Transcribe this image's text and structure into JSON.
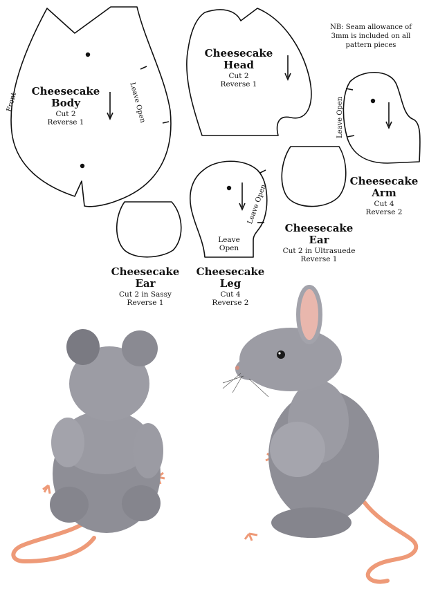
{
  "note": "NB:  Seam allowance of 3mm is included on all pattern pieces",
  "pieces": {
    "body": {
      "title1": "Cheesecake",
      "title2": "Body",
      "cut": "Cut 2",
      "reverse": "Reverse 1",
      "front": "Front",
      "open": "Leave Open"
    },
    "head": {
      "title1": "Cheesecake",
      "title2": "Head",
      "cut": "Cut 2",
      "reverse": "Reverse 1"
    },
    "arm": {
      "title1": "Cheesecake",
      "title2": "Arm",
      "cut": "Cut 4",
      "reverse": "Reverse 2",
      "open": "Leave Open"
    },
    "ear_sassy": {
      "title1": "Cheesecake",
      "title2": "Ear",
      "cut": "Cut 2 in Sassy",
      "reverse": "Reverse 1"
    },
    "leg": {
      "title1": "Cheesecake",
      "title2": "Leg",
      "cut": "Cut 4",
      "reverse": "Reverse 2",
      "open_side": "Leave Open",
      "open_bottom1": "Leave",
      "open_bottom2": "Open"
    },
    "ear_ultrasuede": {
      "title1": "Cheesecake",
      "title2": "Ear",
      "cut": "Cut 2 in Ultrasuede",
      "reverse": "Reverse 1"
    }
  },
  "colors": {
    "fur": "#8e8e96",
    "fur_light": "#b3b3ba",
    "tail": "#ee9a78",
    "ear_pink": "#e9b7ad"
  }
}
